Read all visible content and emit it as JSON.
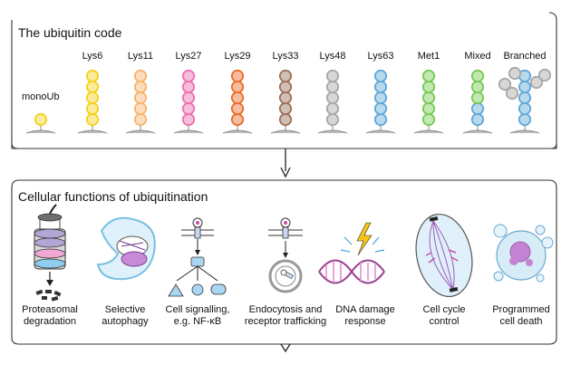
{
  "panel1": {
    "title": "The ubiquitin code",
    "mono_label": "monoUb",
    "chains": [
      {
        "label": "Lys6",
        "color": "#f3d21f"
      },
      {
        "label": "Lys11",
        "color": "#f6b46d"
      },
      {
        "label": "Lys27",
        "color": "#ec6fae"
      },
      {
        "label": "Lys29",
        "color": "#ec6a2c"
      },
      {
        "label": "Lys33",
        "color": "#9b7058"
      },
      {
        "label": "Lys48",
        "color": "#a7a7a7"
      },
      {
        "label": "Lys63",
        "color": "#5fa8d8"
      },
      {
        "label": "Met1",
        "color": "#78c952"
      },
      {
        "label": "Mixed",
        "color": "#78c952"
      },
      {
        "label": "Branched",
        "color": "#5fa8d8"
      }
    ]
  },
  "panel2": {
    "title": "Cellular functions of ubiquitination",
    "functions": [
      {
        "line1": "Proteasomal",
        "line2": "degradation"
      },
      {
        "line1": "Selective",
        "line2": "autophagy"
      },
      {
        "line1": "Cell signalling,",
        "line2": "e.g. NF-κB"
      },
      {
        "line1": "Endocytosis and",
        "line2": "receptor trafficking"
      },
      {
        "line1": "DNA damage",
        "line2": "response"
      },
      {
        "line1": "Cell cycle",
        "line2": "control"
      },
      {
        "line1": "Programmed",
        "line2": "cell death"
      }
    ]
  }
}
